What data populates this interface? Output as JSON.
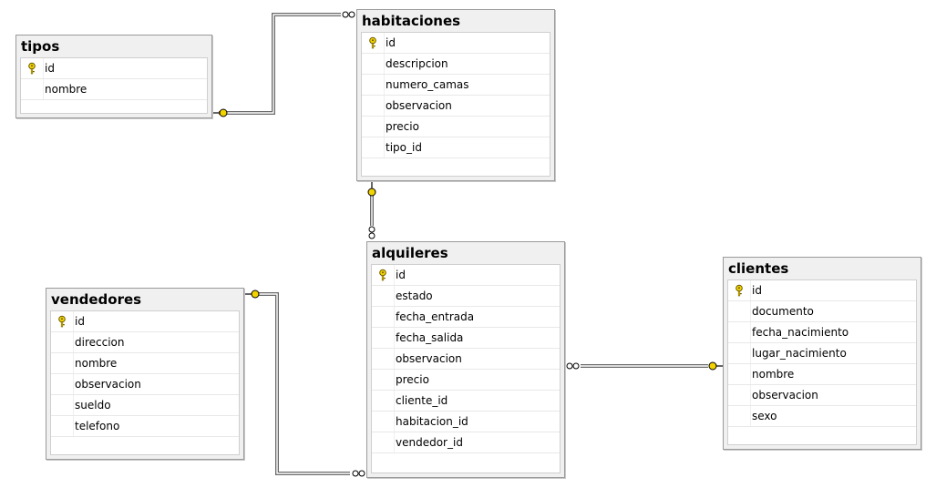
{
  "tables": {
    "tipos": {
      "name": "tipos",
      "columns": [
        {
          "name": "id",
          "key": true
        },
        {
          "name": "nombre",
          "key": false
        }
      ]
    },
    "habitaciones": {
      "name": "habitaciones",
      "columns": [
        {
          "name": "id",
          "key": true
        },
        {
          "name": "descripcion",
          "key": false
        },
        {
          "name": "numero_camas",
          "key": false
        },
        {
          "name": "observacion",
          "key": false
        },
        {
          "name": "precio",
          "key": false
        },
        {
          "name": "tipo_id",
          "key": false
        }
      ]
    },
    "alquileres": {
      "name": "alquileres",
      "columns": [
        {
          "name": "id",
          "key": true
        },
        {
          "name": "estado",
          "key": false
        },
        {
          "name": "fecha_entrada",
          "key": false
        },
        {
          "name": "fecha_salida",
          "key": false
        },
        {
          "name": "observacion",
          "key": false
        },
        {
          "name": "precio",
          "key": false
        },
        {
          "name": "cliente_id",
          "key": false
        },
        {
          "name": "habitacion_id",
          "key": false
        },
        {
          "name": "vendedor_id",
          "key": false
        }
      ]
    },
    "vendedores": {
      "name": "vendedores",
      "columns": [
        {
          "name": "id",
          "key": true
        },
        {
          "name": "direccion",
          "key": false
        },
        {
          "name": "nombre",
          "key": false
        },
        {
          "name": "observacion",
          "key": false
        },
        {
          "name": "sueldo",
          "key": false
        },
        {
          "name": "telefono",
          "key": false
        }
      ]
    },
    "clientes": {
      "name": "clientes",
      "columns": [
        {
          "name": "id",
          "key": true
        },
        {
          "name": "documento",
          "key": false
        },
        {
          "name": "fecha_nacimiento",
          "key": false
        },
        {
          "name": "lugar_nacimiento",
          "key": false
        },
        {
          "name": "nombre",
          "key": false
        },
        {
          "name": "observacion",
          "key": false
        },
        {
          "name": "sexo",
          "key": false
        }
      ]
    }
  },
  "relationships": [
    {
      "one": "tipos",
      "many": "habitaciones"
    },
    {
      "one": "habitaciones",
      "many": "alquileres"
    },
    {
      "one": "vendedores",
      "many": "alquileres"
    },
    {
      "one": "clientes",
      "many": "alquileres"
    }
  ],
  "colors": {
    "key_yellow": "#f2d300",
    "line": "#606060",
    "table_bg": "#f0f0f0"
  },
  "icons": {
    "primary_key": "key-icon",
    "one_end": "key-icon",
    "many_end": "infinity-icon"
  }
}
